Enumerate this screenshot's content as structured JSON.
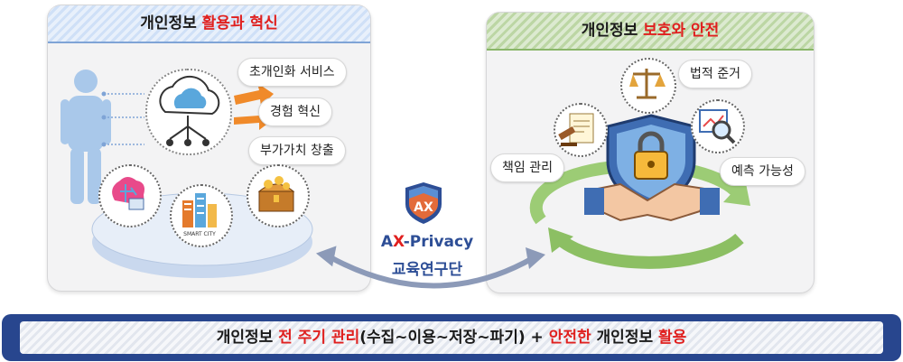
{
  "left_panel": {
    "title_dark": "개인정보",
    "title_red": "활용과 혁신",
    "items": [
      "초개인화 서비스",
      "경험 혁신",
      "부가가치 창출"
    ],
    "smart_city_label": "SMART CITY"
  },
  "right_panel": {
    "title_dark": "개인정보",
    "title_red": "보호와 안전",
    "items": [
      "법적 준거",
      "책임 관리",
      "예측 가능성"
    ]
  },
  "center": {
    "logo_letters": "AX",
    "org_line1_prefix": "A",
    "org_line1_x": "X",
    "org_line1_suffix": "-Privacy",
    "org_line2": "교육연구단"
  },
  "bottom_banner": {
    "part1": "개인정보",
    "part2": "전 주기 관리",
    "part3": "(수집~이용~저장~파기)  +",
    "part4": "안전한",
    "part5": "개인정보",
    "part6": "활용"
  },
  "colors": {
    "left_accent": "#7fa4d6",
    "right_accent": "#8ab66a",
    "highlight_red": "#e0201f",
    "banner_blue": "#28468e"
  }
}
